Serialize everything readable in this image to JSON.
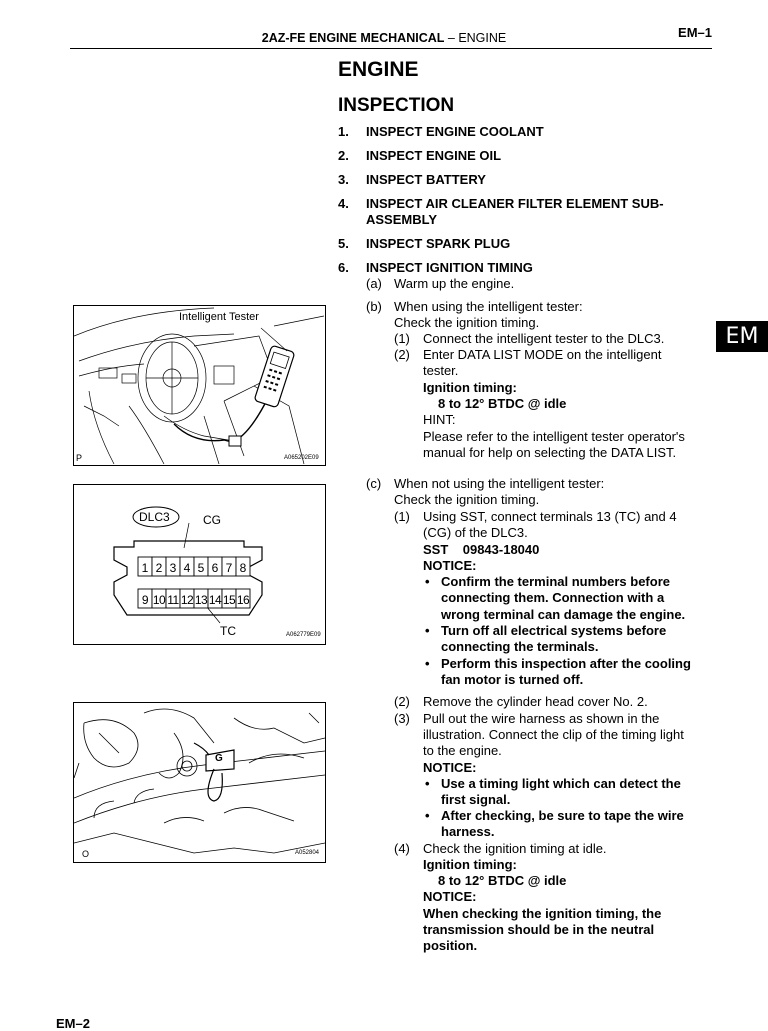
{
  "header": {
    "title_bold": "2AZ-FE ENGINE MECHANICAL",
    "title_sep": " – ",
    "title_rest": "ENGINE",
    "page_number": "EM–1"
  },
  "section_title": "ENGINE",
  "subsection_title": "INSPECTION",
  "side_tab": "EM",
  "steps": [
    {
      "num": "1.",
      "text": "INSPECT ENGINE COOLANT"
    },
    {
      "num": "2.",
      "text": "INSPECT ENGINE OIL"
    },
    {
      "num": "3.",
      "text": "INSPECT BATTERY"
    },
    {
      "num": "4.",
      "text": "INSPECT AIR CLEANER FILTER ELEMENT SUB-"
    },
    {
      "num": "",
      "text": "ASSEMBLY"
    },
    {
      "num": "5.",
      "text": "INSPECT SPARK PLUG"
    },
    {
      "num": "6.",
      "text": "INSPECT IGNITION TIMING"
    }
  ],
  "body": {
    "a_label": "(a)",
    "a_text": "Warm up the engine.",
    "b_label": "(b)",
    "b_text": "When using the intelligent tester:",
    "b_sub": "Check the ignition timing.",
    "b1_label": "(1)",
    "b1_text": "Connect the intelligent tester to the DLC3.",
    "b2_label": "(2)",
    "b2_text": "Enter DATA LIST MODE on the intelligent",
    "b2_text2": "tester.",
    "b_spec_label": "Ignition timing:",
    "b_spec_value": "8 to 12° BTDC @ idle",
    "b_hint": "HINT:",
    "b_hint1": "Please refer to the intelligent tester operator's",
    "b_hint2": "manual for help on selecting the DATA LIST.",
    "c_label": "(c)",
    "c_text": "When not using the intelligent tester:",
    "c_sub": "Check the ignition timing.",
    "c1_label": "(1)",
    "c1_text": "Using SST, connect terminals 13 (TC) and 4",
    "c1_text2": "(CG) of the DLC3.",
    "c1_sst": "SST    09843-18040",
    "c1_notice": "NOTICE:",
    "c1_n1a": "Confirm the terminal numbers before",
    "c1_n1b": "connecting them. Connection with a",
    "c1_n1c": "wrong terminal can damage the engine.",
    "c1_n2a": "Turn off all electrical systems before",
    "c1_n2b": "connecting the terminals.",
    "c1_n3a": "Perform this inspection after the cooling",
    "c1_n3b": "fan motor is turned off.",
    "c2_label": "(2)",
    "c2_text": "Remove the cylinder head cover No. 2.",
    "c3_label": "(3)",
    "c3_text": "Pull out the wire harness as shown in the",
    "c3_text2": "illustration. Connect the clip of the timing light",
    "c3_text3": "to the engine.",
    "c3_notice": "NOTICE:",
    "c3_n1a": "Use a timing light which can detect the",
    "c3_n1b": "first signal.",
    "c3_n2a": "After checking, be sure to tape the wire",
    "c3_n2b": "harness.",
    "c4_label": "(4)",
    "c4_text": "Check the ignition timing at idle.",
    "c4_spec_label": "Ignition timing:",
    "c4_spec_value": "8 to 12° BTDC @ idle",
    "c4_notice": "NOTICE:",
    "c4_n1": "When checking the ignition timing, the",
    "c4_n2": "transmission should be in the neutral",
    "c4_n3": "position.",
    "bullet": "•"
  },
  "figures": {
    "tester": {
      "label": "Intelligent Tester",
      "letter": "P",
      "code": "A065202E09"
    },
    "dlc3": {
      "label_dlc3": "DLC3",
      "label_cg": "CG",
      "label_tc": "TC",
      "code": "A062779E09",
      "top_pins": [
        "1",
        "2",
        "3",
        "4",
        "5",
        "6",
        "7",
        "8"
      ],
      "bottom_pins": [
        "9",
        "10",
        "11",
        "12",
        "13",
        "14",
        "15",
        "16"
      ]
    },
    "engine": {
      "letter": "O",
      "code": "A052804",
      "clip_text": "G"
    }
  },
  "footer": {
    "page_number": "EM–2"
  }
}
